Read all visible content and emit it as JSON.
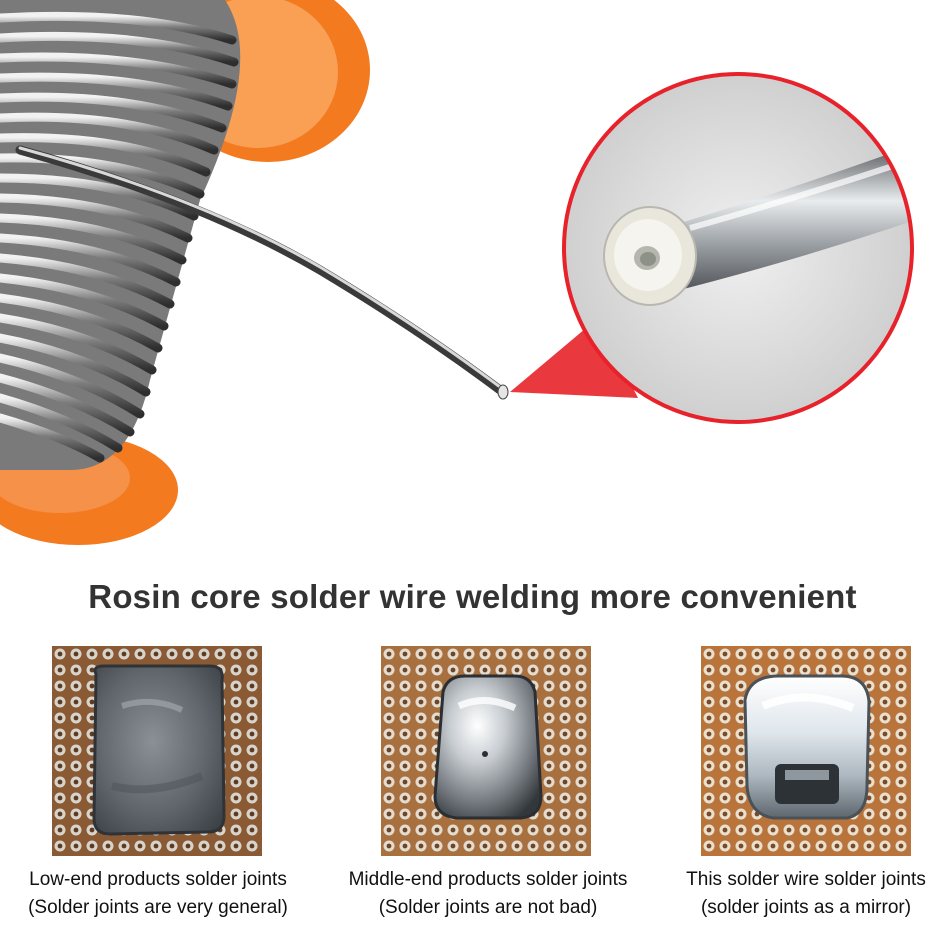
{
  "headline": "Rosin core solder wire welding more convenient",
  "colors": {
    "spool_orange": "#f47a20",
    "callout_red": "#e8222a",
    "pcb_copper": "#b9743c",
    "solder_silver": "#c9ced3"
  },
  "comparisons": [
    {
      "title": "Low-end products solder joints",
      "note": "(Solder joints are very general)"
    },
    {
      "title": "Middle-end products solder joints",
      "note": "(Solder joints are not bad)"
    },
    {
      "title": "This solder wire solder joints",
      "note": "(solder joints as a mirror)"
    }
  ]
}
